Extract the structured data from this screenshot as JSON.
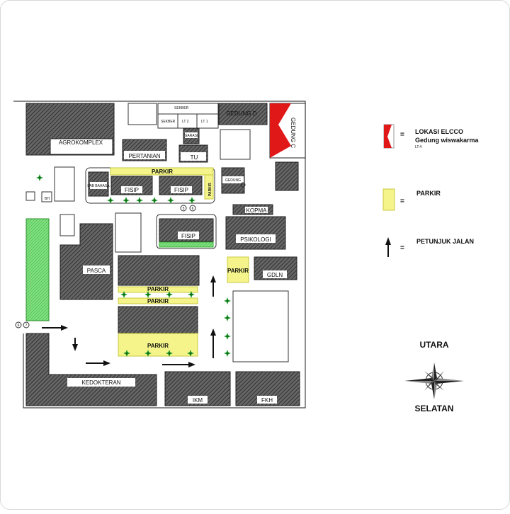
{
  "map": {
    "buildings": {
      "agrokomplex": "AGROKOMPLEX",
      "pertanian": "PERTANIAN",
      "tu": "TU",
      "gedung_d": "GEDUNG D",
      "gedung_c": "GEDUNG C",
      "sekber_top": "SEKBER",
      "sekber_left": "SEKBER",
      "lt2": "LT 2",
      "lt1": "LT 1",
      "garasi": "GARASI",
      "lab_bahasa": "LAB BAHASA",
      "fisip_1": "FISIP",
      "fisip_2": "FISIP",
      "fisip_3": "FISIP",
      "gedung_small": "GEDUNG",
      "kopma": "KOPMA",
      "psikologi": "PSIKOLOGI",
      "pasca": "PASCA",
      "gdln": "GDLN",
      "kedokteran": "KEDOKTERAN",
      "ikm": "IKM",
      "fkh": "FKH",
      "bh": "BH"
    },
    "parking_labels": {
      "p_top": "PARKIR",
      "p_side": "PARKIR",
      "p_mid1": "PARKIR",
      "p_mid2": "PARKIR",
      "p_right": "PARKIR",
      "p_bottom": "PARKIR"
    },
    "markers": {
      "m5": "5",
      "m6": "6",
      "m6b": "6",
      "m7": "7"
    }
  },
  "legend": {
    "lokasi_title": "LOKASI ELCCO",
    "lokasi_sub": "Gedung wiswakarma",
    "lokasi_floor": "LT.4",
    "parkir": "PARKIR",
    "petunjuk": "PETUNJUK JALAN",
    "equals": "="
  },
  "compass": {
    "north": "UTARA",
    "south": "SELATAN"
  },
  "colors": {
    "parking": "#f4f48a",
    "parking_border": "#c9c940",
    "elcco": "#e01818",
    "green_field": "#5ccf5c",
    "tree": "#1e9a2a",
    "building_fill": "#555555"
  }
}
